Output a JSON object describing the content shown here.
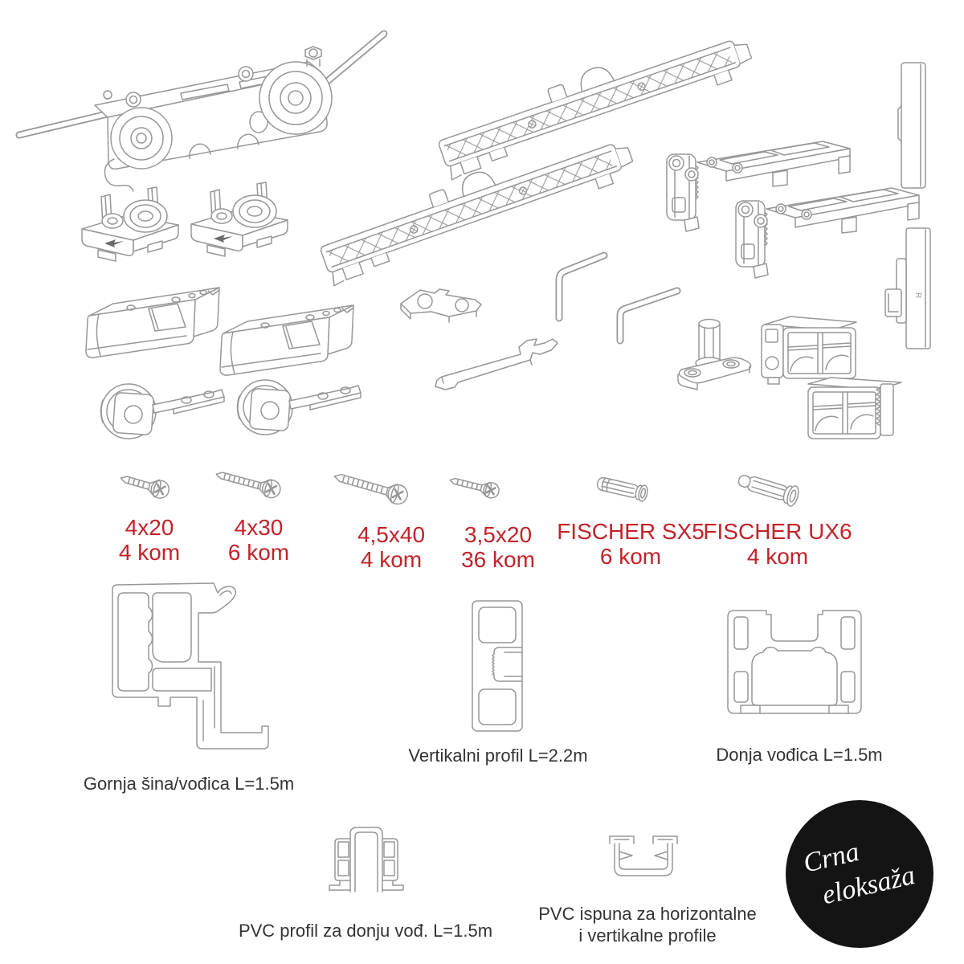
{
  "colors": {
    "background": "#ffffff",
    "line_art": "#979797",
    "label_red": "#c2232a",
    "label_dark": "#333333",
    "badge_bg": "#141414",
    "badge_text": "#ffffff"
  },
  "fasteners": [
    {
      "size": "4x20",
      "qty": "4 kom"
    },
    {
      "size": "4x30",
      "qty": "6 kom"
    },
    {
      "size": "4,5x40",
      "qty": "4 kom"
    },
    {
      "size": "3,5x20",
      "qty": "36 kom"
    },
    {
      "size": "FISCHER SX5",
      "qty": "6 kom"
    },
    {
      "size": "FISCHER UX6",
      "qty": "4 kom"
    }
  ],
  "profiles": [
    {
      "label": "Gornja šina/vođica L=1.5m"
    },
    {
      "label": "Vertikalni profil L=2.2m"
    },
    {
      "label": "Donja vođica L=1.5m"
    },
    {
      "label": "PVC profil za donju vođ. L=1.5m"
    },
    {
      "label_line1": "PVC ispuna za horizontalne",
      "label_line2": "i vertikalne profile"
    }
  ],
  "badge": {
    "line1": "Crna",
    "line2": "eloksaža"
  },
  "markings": {
    "strip_r": "R"
  },
  "components": [
    "roller-carriage-assembly",
    "glass-guide-left",
    "glass-guide-right",
    "soft-close-damper-1",
    "soft-close-damper-2",
    "bottom-roller-1",
    "bottom-roller-2",
    "damper-track-1",
    "damper-track-2",
    "hinge-bracket-1",
    "hinge-bracket-2",
    "cover-strip-plain",
    "cover-strip-with-clip",
    "hex-key-large",
    "hex-key-small",
    "mounting-clip",
    "flat-wrench",
    "floor-pivot",
    "guide-block",
    "guide-block-rack",
    "screw-4x20",
    "screw-4x30",
    "screw-4.5x40",
    "screw-3.5x20",
    "wall-plug-sx5",
    "wall-plug-ux6",
    "top-rail-profile",
    "vertical-profile",
    "bottom-guide-profile",
    "pvc-bottom-guide-profile",
    "pvc-filler-profile"
  ]
}
